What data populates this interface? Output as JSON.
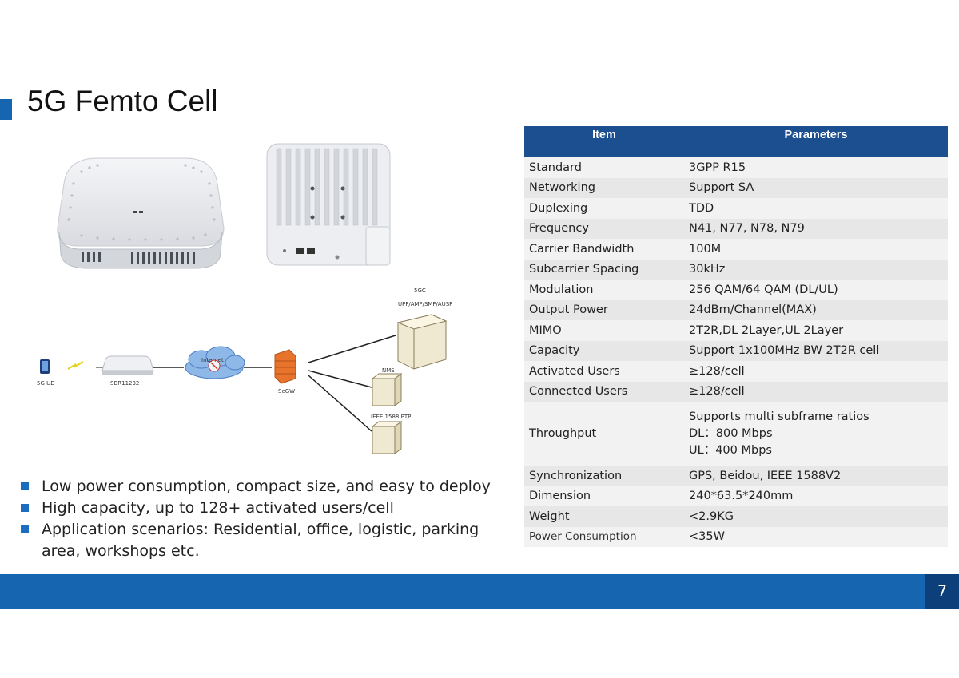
{
  "slide": {
    "title": "5G Femto Cell",
    "page_number": "7"
  },
  "diagram": {
    "core_label": "5GC",
    "core_sub": "UPF/AMF/SMF/AUSF",
    "nms_label": "NMS",
    "ptp_label": "IEEE 1588 PTP",
    "ue_label": "5G UE",
    "device_label": "SBR11232",
    "gateway_label": "SeGW",
    "cloud_label": "Internet"
  },
  "bullets": [
    "Low power consumption, compact size, and easy to deploy",
    "High capacity, up to 128+ activated users/cell",
    "Application scenarios: Residential, office, logistic, parking area, workshops etc."
  ],
  "table": {
    "headers": [
      "Item",
      "Parameters"
    ],
    "rows": [
      {
        "item": "Standard",
        "value": "3GPP R15"
      },
      {
        "item": "Networking",
        "value": "Support SA"
      },
      {
        "item": "Duplexing",
        "value": "TDD"
      },
      {
        "item": "Frequency",
        "value": "N41, N77, N78, N79"
      },
      {
        "item": "Carrier Bandwidth",
        "value": "100M"
      },
      {
        "item": "Subcarrier Spacing",
        "value": "30kHz"
      },
      {
        "item": "Modulation",
        "value": "256 QAM/64 QAM (DL/UL)"
      },
      {
        "item": "Output Power",
        "value": "24dBm/Channel(MAX)"
      },
      {
        "item": "MIMO",
        "value": "2T2R,DL 2Layer,UL 2Layer"
      },
      {
        "item": "Capacity",
        "value": "Support 1x100MHz BW 2T2R cell"
      },
      {
        "item": "Activated Users",
        "value": "≥128/cell"
      },
      {
        "item": "Connected Users",
        "value": "≥128/cell"
      },
      {
        "item": "Throughput",
        "value_lines": [
          "Supports multi subframe ratios",
          "DL：800 Mbps",
          "UL：400 Mbps"
        ]
      },
      {
        "item": "Synchronization",
        "value": "GPS, Beidou, IEEE 1588V2"
      },
      {
        "item": "Dimension",
        "value": "240*63.5*240mm"
      },
      {
        "item": "Weight",
        "value": "<2.9KG"
      },
      {
        "item": "Power Consumption",
        "value": "<35W"
      }
    ]
  }
}
